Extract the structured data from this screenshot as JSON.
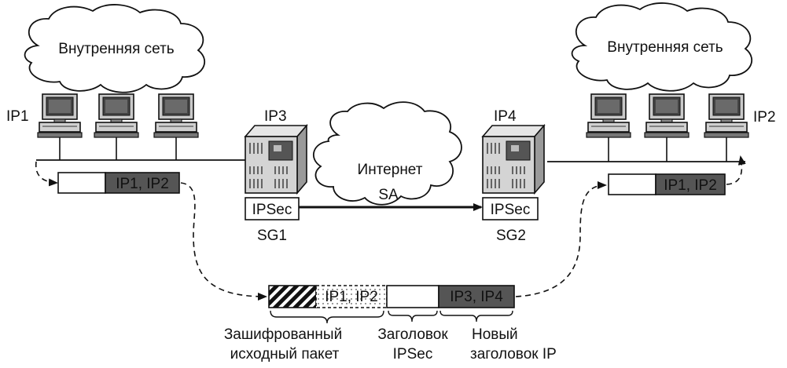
{
  "clouds": {
    "left_label": "Внутренняя сеть",
    "right_label": "Внутренняя сеть",
    "internet_label": "Интернет"
  },
  "hosts": {
    "left_label": "IP1",
    "right_label": "IP2"
  },
  "gateways": {
    "left": {
      "address": "IP3",
      "module": "IPSec",
      "name": "SG1"
    },
    "right": {
      "address": "IP4",
      "module": "IPSec",
      "name": "SG2"
    }
  },
  "tunnel": {
    "label": "SA"
  },
  "packets": {
    "left_header": "IP1, IP2",
    "right_header": "IP1, IP2",
    "encapsulated": {
      "inner_header": "IP1, IP2",
      "outer_header": "IP3, IP4"
    }
  },
  "captions": {
    "encrypted_line1": "Зашифрованный",
    "encrypted_line2": "исходный пакет",
    "ipsec_line1": "Заголовок",
    "ipsec_line2": "IPSec",
    "newip_line1": "Новый",
    "newip_line2": "заголовок IP"
  },
  "colors": {
    "header_fill": "#555555",
    "line": "#111111"
  }
}
